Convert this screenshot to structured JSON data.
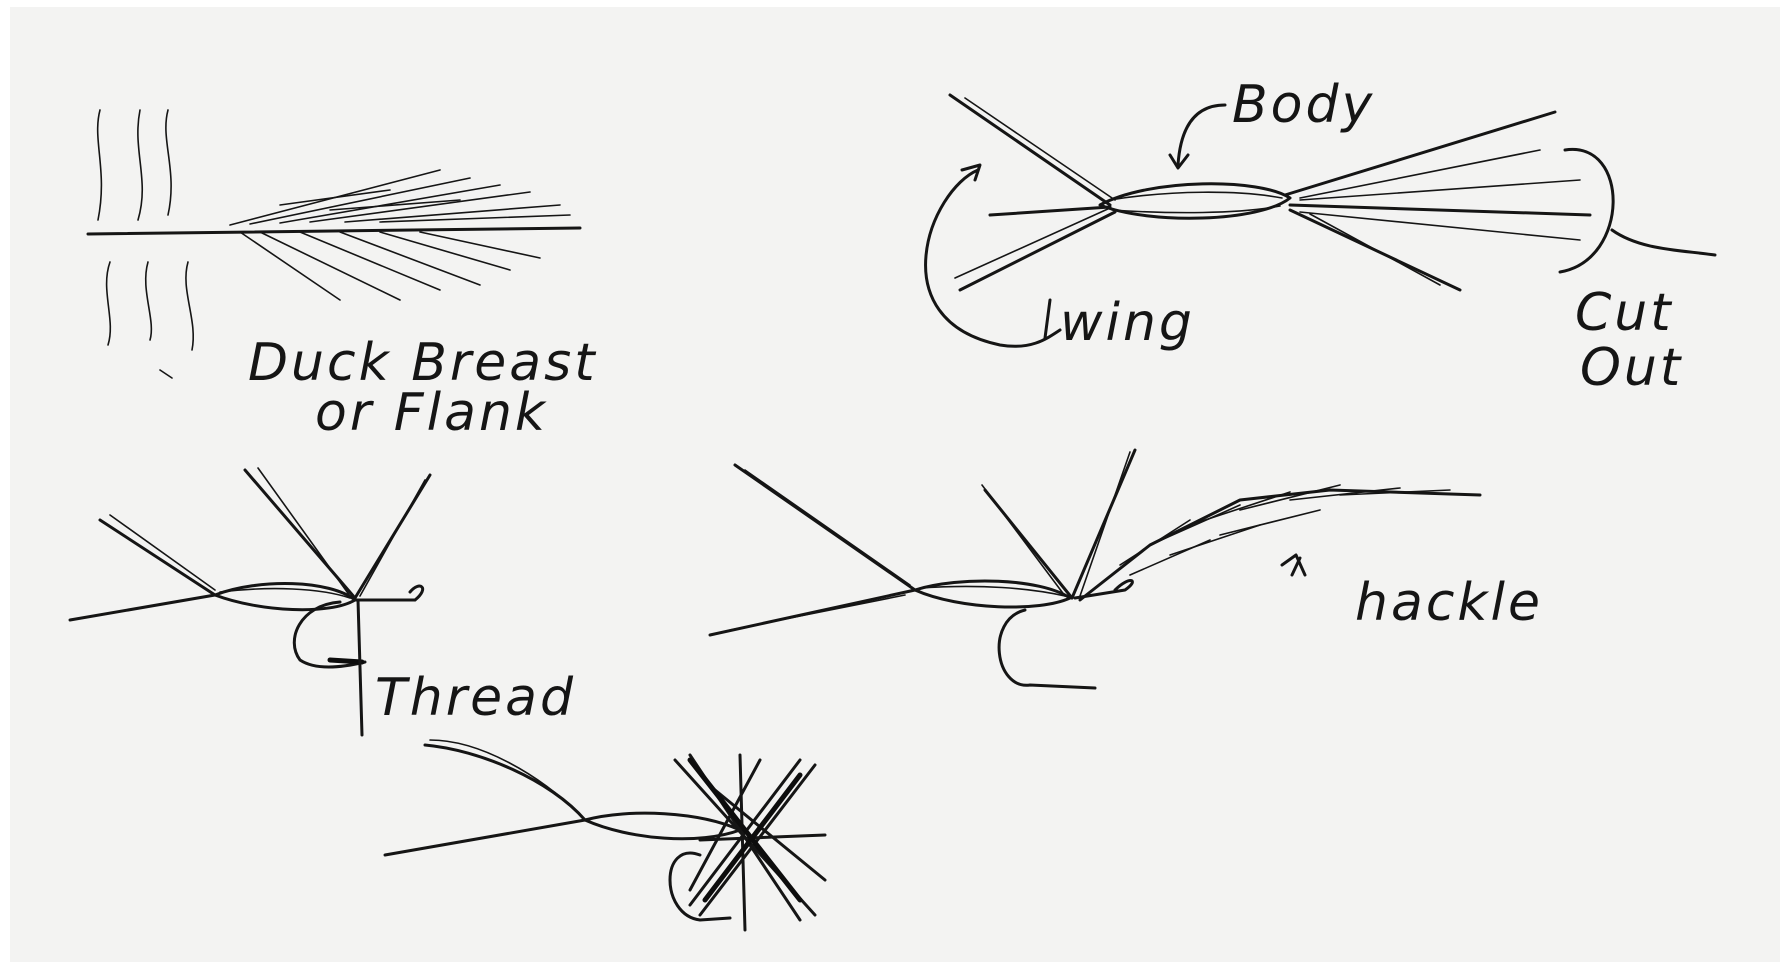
{
  "sketch_labels": {
    "duck_breast": "Duck Breast",
    "or_flank": "or Flank",
    "body": "Body",
    "wing": "wing",
    "cut": "Cut",
    "out": "Out",
    "thread": "Thread",
    "hackle": "hackle"
  },
  "colors": {
    "paper": "#f3f3f2",
    "ink": "#151515"
  }
}
